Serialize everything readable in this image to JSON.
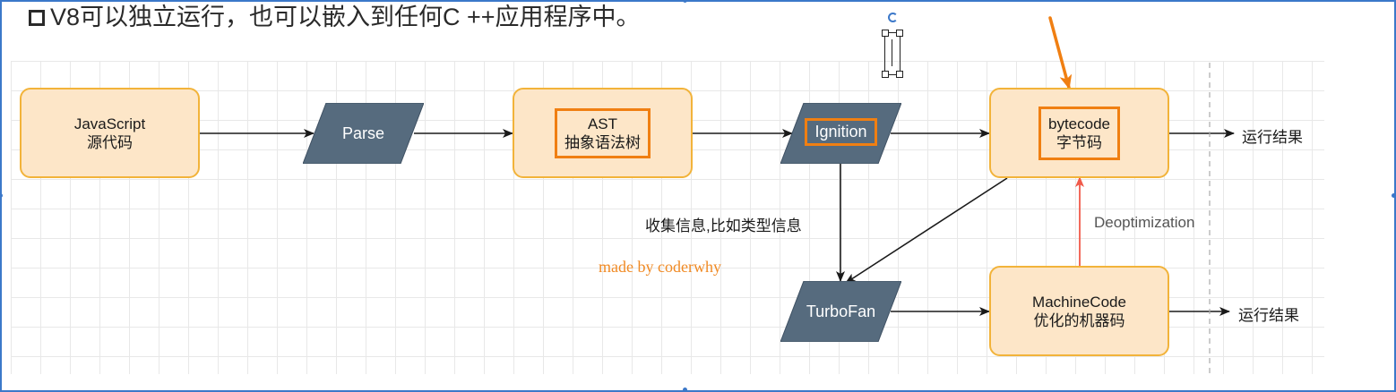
{
  "title": "V8可以独立运行，也可以嵌入到任何C ++应用程序中。",
  "nodes": {
    "source": {
      "line1": "JavaScript",
      "line2": "源代码"
    },
    "parse": {
      "label": "Parse"
    },
    "ast": {
      "line1": "AST",
      "line2": "抽象语法树"
    },
    "ignition": {
      "label": "Ignition"
    },
    "bytecode": {
      "line1": "bytecode",
      "line2": "字节码"
    },
    "turbofan": {
      "label": "TurboFan"
    },
    "machinecode": {
      "line1": "MachineCode",
      "line2": "优化的机器码"
    }
  },
  "labels": {
    "result_top": "运行结果",
    "result_bottom": "运行结果",
    "collect_info": "收集信息,比如类型信息",
    "deopt": "Deoptimization",
    "credit": "made by coderwhy"
  },
  "colors": {
    "box_fill": "#fde6c8",
    "box_border": "#f2b33a",
    "highlight": "#f07f12",
    "shape_fill": "#566b7e",
    "deopt_arrow": "#f05a4a",
    "frame": "#3b78c9"
  }
}
